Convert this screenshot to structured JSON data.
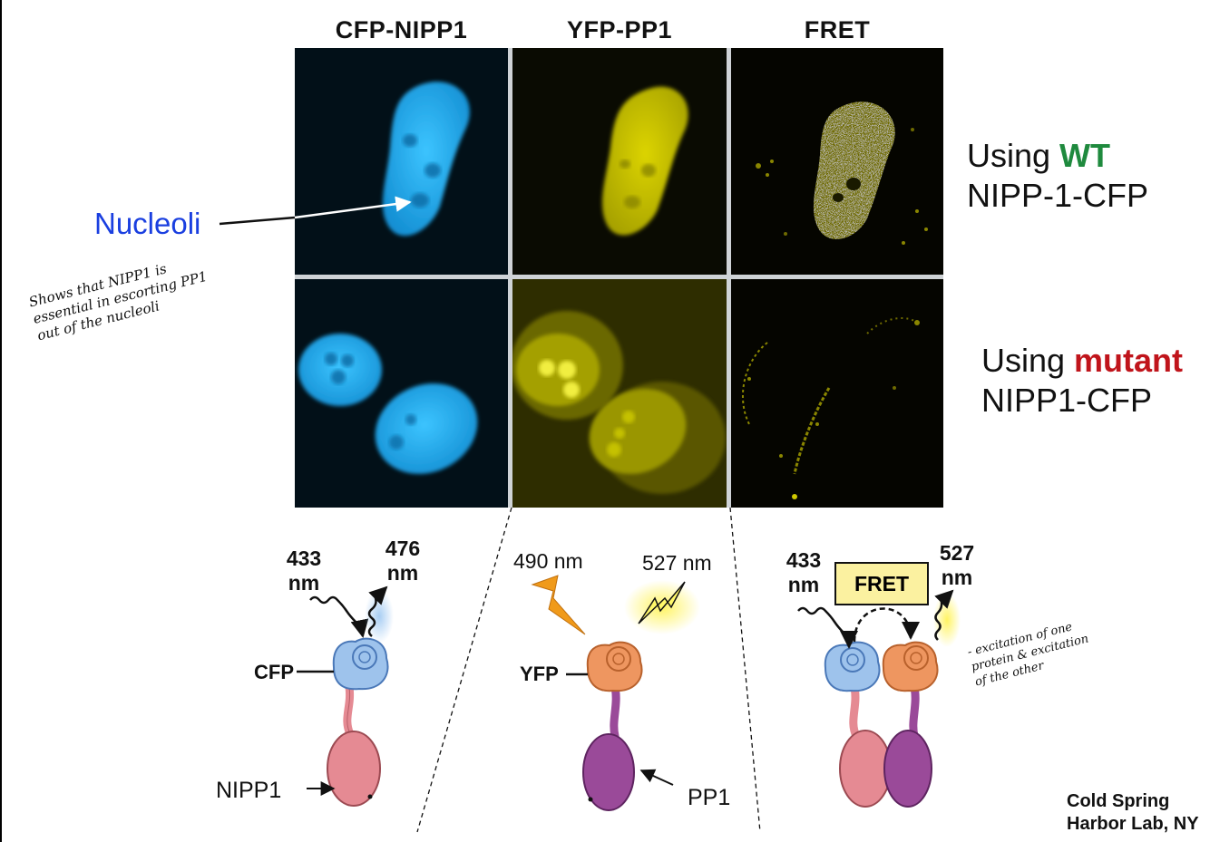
{
  "panels": {
    "columns": [
      "CFP-NIPP1",
      "YFP-PP1",
      "FRET"
    ]
  },
  "row_labels": {
    "wt_prefix": "Using ",
    "wt_highlight": "WT",
    "wt_line2": "NIPP-1-CFP",
    "mutant_prefix": "Using ",
    "mutant_highlight": "mutant",
    "mutant_line2": "NIPP1-CFP"
  },
  "annotations": {
    "nucleoli": "Nucleoli",
    "handwritten_left": [
      "Shows that NIPP1 is",
      "essential in escorting PP1",
      "out of the nucleoli"
    ],
    "handwritten_right": [
      "- excitation of one",
      "protein & excitation",
      "of the other"
    ]
  },
  "diagram": {
    "cfp": {
      "excitation_value": "433",
      "excitation_unit": "nm",
      "emission_value": "476",
      "emission_unit": "nm",
      "domain_label": "CFP",
      "protein_label": "NIPP1"
    },
    "yfp": {
      "excitation": "490 nm",
      "emission": "527 nm",
      "domain_label": "YFP",
      "protein_label": "PP1"
    },
    "fret": {
      "excitation_value": "433",
      "excitation_unit": "nm",
      "emission_value": "527",
      "emission_unit": "nm",
      "box_label": "FRET"
    }
  },
  "credit": [
    "Cold Spring",
    "Harbor Lab, NY"
  ],
  "colors": {
    "cfp_blue": "#9ec3ec",
    "cfp_stroke": "#4a78b8",
    "yfp_orange": "#ee9660",
    "yfp_stroke": "#b8612c",
    "nipp1_pink": "#e58a93",
    "pp1_purple": "#9a4a99",
    "nucleus_cyan": "#1aa6e6",
    "nucleus_yellow": "#c9c400",
    "wt_green": "#1f8a3e",
    "mutant_red": "#c0141b",
    "nucleoli_blue": "#1a3fe0",
    "fret_box": "#fbf1a0"
  }
}
